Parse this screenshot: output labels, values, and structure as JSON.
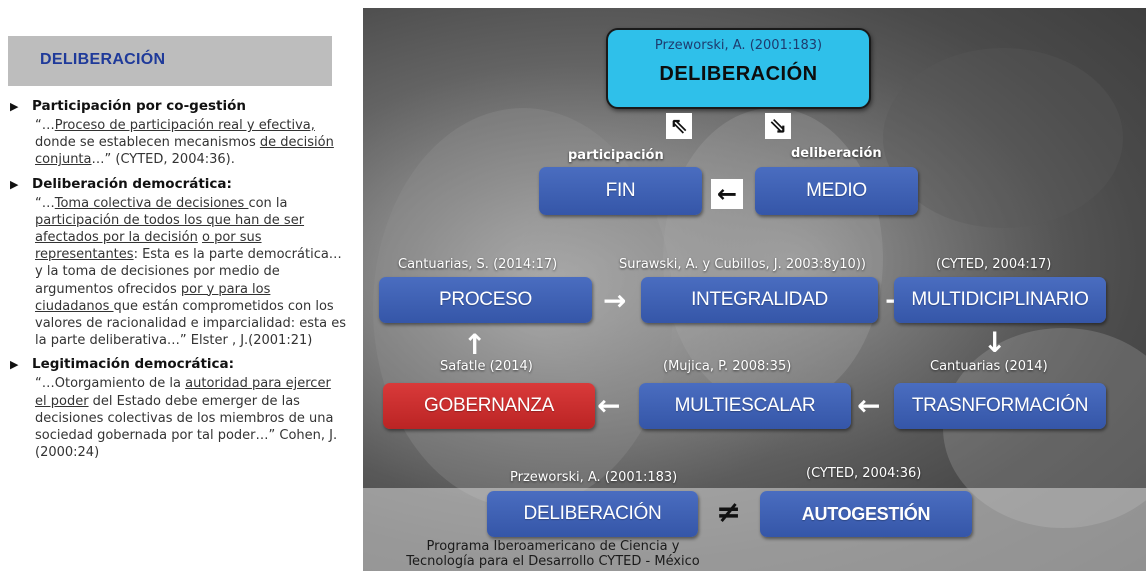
{
  "left": {
    "header": "DELIBERACIÓN",
    "sections": [
      {
        "title": "Participación por co-gestión",
        "body": [
          {
            "t": "“…"
          },
          {
            "t": "Proceso de participación real y efectiva,",
            "u": true
          },
          {
            "t": " donde se establecen mecanismos "
          },
          {
            "t": "de decisión conjunta",
            "u": true
          },
          {
            "t": "…” (CYTED, 2004:36)."
          }
        ]
      },
      {
        "title": "Deliberación democrática:",
        "body": [
          {
            "t": "“…"
          },
          {
            "t": "Toma colectiva de decisiones ",
            "u": true
          },
          {
            "t": "con la "
          },
          {
            "t": "participación de todos los que han de ser afectados por la decisión",
            "u": true
          },
          {
            "t": " "
          },
          {
            "t": "o por sus representantes",
            "u": true
          },
          {
            "t": ": Esta es la parte democrática… y la toma de decisiones por medio de argumentos ofrecidos "
          },
          {
            "t": "por y para los ciudadanos ",
            "u": true
          },
          {
            "t": "que están comprometidos con los valores de racionalidad e imparcialidad: esta es la parte deliberativa…” Elster , J.(2001:21)"
          }
        ]
      },
      {
        "title": "Legitimación democrática:",
        "body": [
          {
            "t": "“…Otorgamiento de la "
          },
          {
            "t": "autoridad para ejercer el poder",
            "u": true
          },
          {
            "t": " del Estado debe emerger de las decisiones colectivas de los miembros de una sociedad gobernada por tal poder…” Cohen, J.(2000:24)"
          }
        ]
      }
    ]
  },
  "diagram": {
    "top": {
      "cite": "Przeworski, A. (2001:183)",
      "title": "DELIBERACIÓN"
    },
    "labels": {
      "participacion": "participación",
      "deliberacion": "deliberación"
    },
    "boxes": {
      "fin": "FIN",
      "medio": "MEDIO",
      "proceso": "PROCESO",
      "integralidad": "INTEGRALIDAD",
      "multidiciplinario": "MULTIDICIPLINARIO",
      "gobernanza": "GOBERNANZA",
      "multiescalar": "MULTIESCALAR",
      "trasnformacion": "TRASNFORMACIÓN",
      "deliberacion2": "DELIBERACIÓN",
      "autogestion": "AUTOGESTIÓN"
    },
    "cites": {
      "proceso": "Cantuarias, S. (2014:17)",
      "integralidad": "Surawski, A. y Cubillos, J. 2003:8y10))",
      "multidiciplinario": "(CYTED, 2004:17)",
      "gobernanza": "Safatle (2014)",
      "multiescalar": "(Mujica, P. 2008:35)",
      "trasnformacion": "Cantuarias (2014)",
      "deliberacion2": "Przeworski, A. (2001:183)",
      "autogestion": "(CYTED, 2004:36)"
    },
    "symbols": {
      "neq": "≠"
    },
    "footer": [
      "Programa Iberoamericano de Ciencia y",
      "Tecnología para el Desarrollo CYTED - México"
    ]
  }
}
